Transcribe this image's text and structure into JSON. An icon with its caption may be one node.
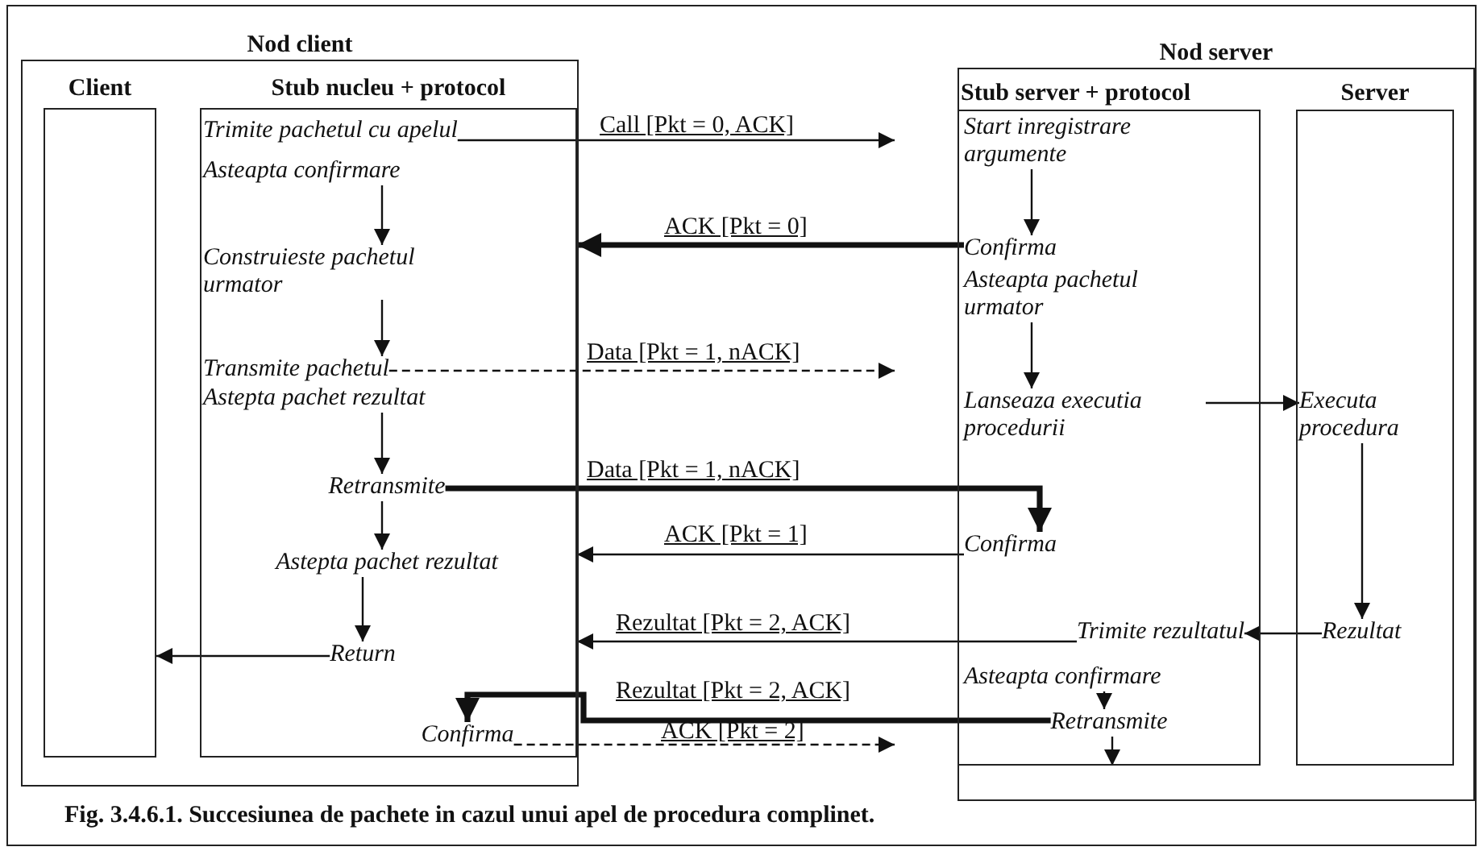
{
  "diagram": {
    "caption": "Fig. 3.4.6.1. Succesiunea de pachete in cazul unui apel de procedura complinet.",
    "nodes": [
      {
        "text": [
          "Nod client"
        ]
      },
      {
        "text": [
          "Client"
        ],
        "in": 0
      },
      {
        "text": [
          "Stub nucleu + protocol"
        ],
        "in": 0
      },
      {
        "text": [
          "Trimite pachetul cu apelul"
        ],
        "in": 2
      },
      {
        "text": [
          "Asteapta confirmare"
        ],
        "in": 2
      },
      {
        "text": [
          "Construieste pachetul urmator"
        ],
        "in": 2
      },
      {
        "text": [
          "Transmite pachetul"
        ],
        "in": 2
      },
      {
        "text": [
          "Astepta pachet rezultat"
        ],
        "in": 2
      },
      {
        "text": [
          "Retransmite"
        ],
        "in": 2
      },
      {
        "text": [
          "Astepta pachet rezultat"
        ],
        "in": 2
      },
      {
        "text": [
          "Return"
        ],
        "in": 2
      },
      {
        "text": [
          "Confirma"
        ],
        "in": 2
      },
      {
        "text": [
          "Nod server"
        ]
      },
      {
        "text": [
          "Stub server + protocol"
        ],
        "in": 12
      },
      {
        "text": [
          "Server"
        ],
        "in": 12
      },
      {
        "text": [
          "Start inregistrare argumente"
        ],
        "in": 13
      },
      {
        "text": [
          "Confirma"
        ],
        "in": 13
      },
      {
        "text": [
          "Asteapta pachetul urmator"
        ],
        "in": 13
      },
      {
        "text": [
          "Lanseaza executia procedurii"
        ],
        "in": 13
      },
      {
        "text": [
          "Confirma"
        ],
        "in": 13
      },
      {
        "text": [
          "Trimite rezultatul"
        ],
        "in": 13
      },
      {
        "text": [
          "Asteapta confirmare"
        ],
        "in": 13
      },
      {
        "text": [
          "Retransmite"
        ],
        "in": 13
      },
      {
        "text": [
          "Executa procedura"
        ],
        "in": 14
      },
      {
        "text": [
          "Rezultat"
        ],
        "in": 14
      }
    ],
    "edges": [
      {
        "from": 3,
        "to": null,
        "label": "Call [Pkt = 0, ACK]",
        "arrow": "to"
      },
      {
        "from": 4,
        "to": 5,
        "arrow": "to"
      },
      {
        "from": 15,
        "to": 16,
        "arrow": "to"
      },
      {
        "from": 16,
        "to": 2,
        "label": "ACK [Pkt = 0]",
        "arrow": "to",
        "style": "thick"
      },
      {
        "from": 5,
        "to": 6,
        "arrow": "to"
      },
      {
        "from": 6,
        "to": null,
        "label": "Data [Pkt = 1, nACK]",
        "arrow": "to",
        "style": "dashed"
      },
      {
        "from": 17,
        "to": 18,
        "arrow": "to"
      },
      {
        "from": 18,
        "to": 23,
        "arrow": "to"
      },
      {
        "from": 7,
        "to": 8,
        "arrow": "to"
      },
      {
        "from": 8,
        "to": 19,
        "label": "Data [Pkt = 1, nACK]",
        "arrow": "to",
        "style": "thick"
      },
      {
        "from": 19,
        "to": 2,
        "label": "ACK [Pkt = 1]",
        "arrow": "to"
      },
      {
        "from": 8,
        "to": 9,
        "arrow": "to"
      },
      {
        "from": 9,
        "to": 10,
        "arrow": "to"
      },
      {
        "from": 23,
        "to": 24,
        "arrow": "to"
      },
      {
        "from": 24,
        "to": 20,
        "arrow": "to"
      },
      {
        "from": 20,
        "to": 2,
        "label": "Rezultat [Pkt = 2, ACK]",
        "arrow": "to"
      },
      {
        "from": 10,
        "to": 1,
        "arrow": "to"
      },
      {
        "from": 21,
        "to": 22,
        "arrow": "to"
      },
      {
        "from": 22,
        "to": 11,
        "label": "Rezultat [Pkt = 2, ACK]",
        "arrow": "to",
        "style": "thick"
      },
      {
        "from": 22,
        "to": null,
        "arrow": "to"
      },
      {
        "from": 11,
        "to": null,
        "label": "ACK [Pkt = 2]",
        "arrow": "to",
        "style": "dashed"
      }
    ]
  }
}
